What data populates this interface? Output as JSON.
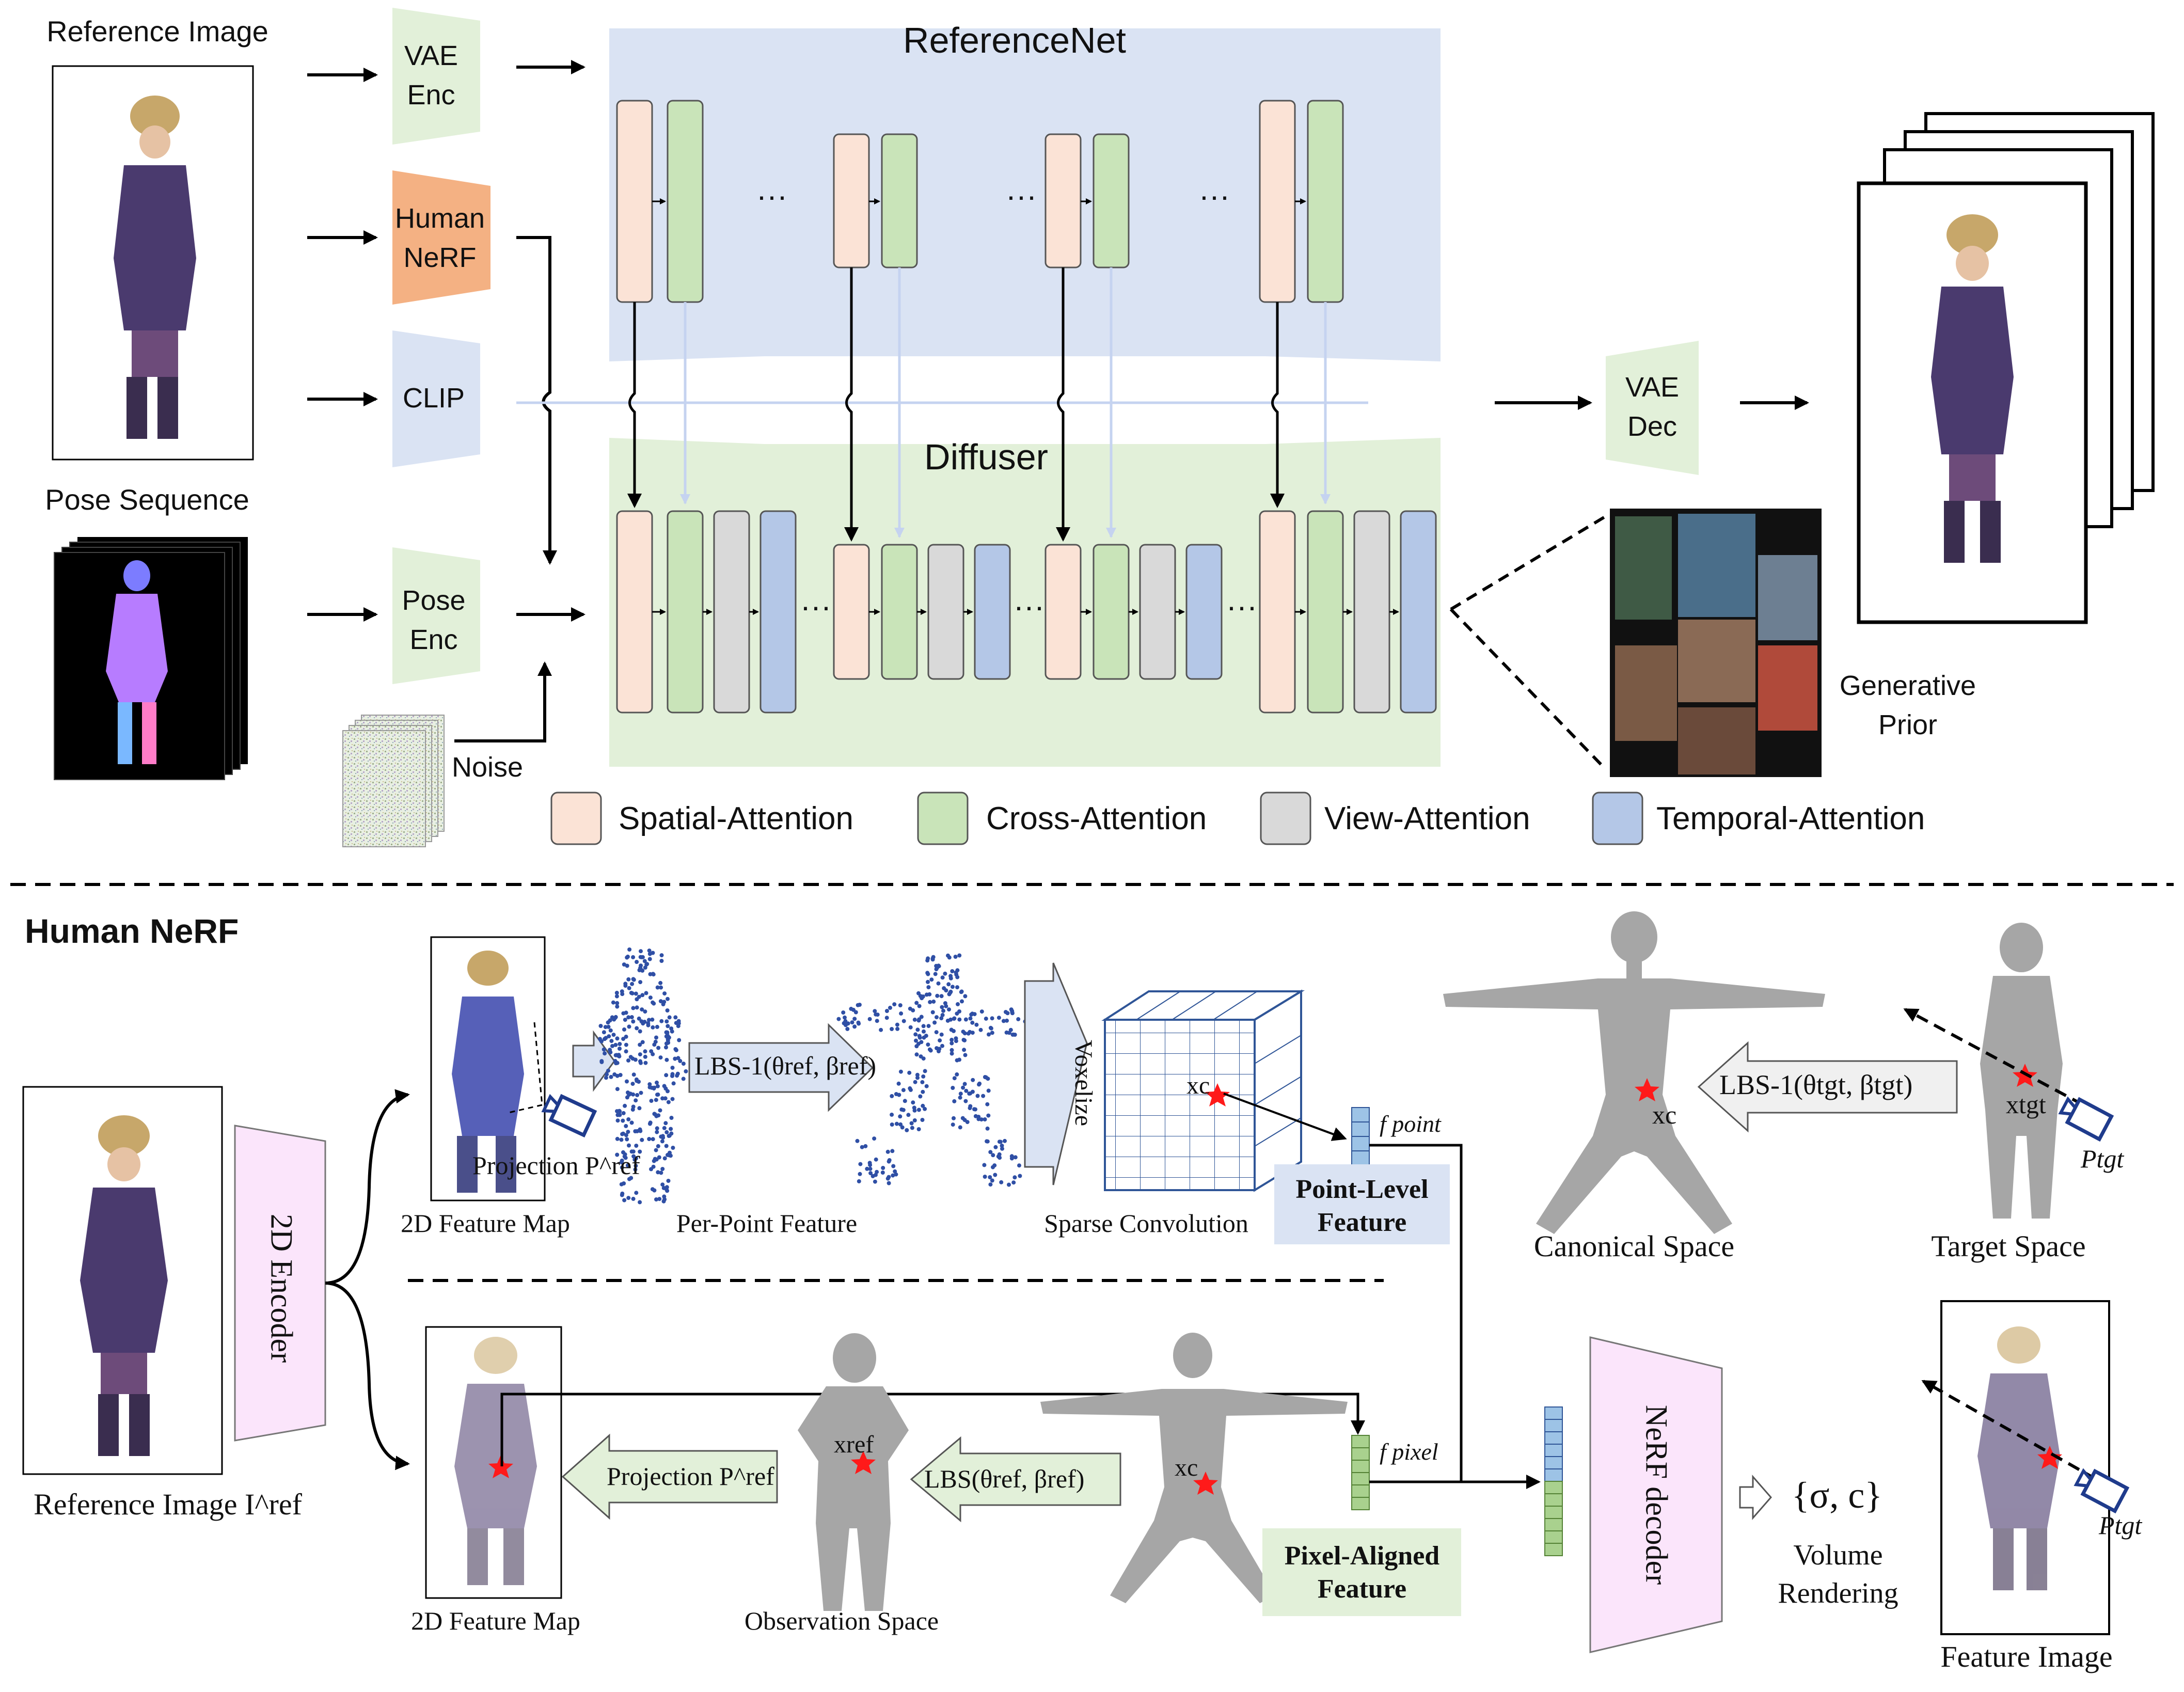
{
  "top": {
    "reference_image_label": "Reference Image",
    "pose_sequence_label": "Pose Sequence",
    "vae_enc_label": "VAE\nEnc",
    "human_nerf_label": "Human\nNeRF",
    "clip_label": "CLIP",
    "pose_enc_label": "Pose\nEnc",
    "noise_label": "Noise",
    "referencenet_label": "ReferenceNet",
    "diffuser_label": "Diffuser",
    "vae_dec_label": "VAE\nDec",
    "generative_prior_label": "Generative\nPrior",
    "ellipsis": "···",
    "legend": [
      {
        "label": "Spatial-Attention",
        "color": "#fbe3d6"
      },
      {
        "label": "Cross-Attention",
        "color": "#c9e4b9"
      },
      {
        "label": "View-Attention",
        "color": "#d9d9d9"
      },
      {
        "label": "Temporal-Attention",
        "color": "#b4c7e7"
      }
    ]
  },
  "bottom": {
    "section_title": "Human NeRF",
    "encoder_label": "2D Encoder",
    "reference_image_label": "Reference Image I^ref",
    "feature_map_label_top": "2D Feature Map",
    "feature_map_label_bottom": "2D Feature Map",
    "projection_label_top": "Projection P^ref",
    "per_point_feature_label": "Per-Point Feature",
    "lbs_inv_ref_label": "LBS-1(θref, βref)",
    "voxelize_label": "Voxelize",
    "sparse_conv_label": "Sparse Convolution",
    "x_c_label": "xc",
    "f_point_label": "f point",
    "point_level_feature_label": "Point-Level\nFeature",
    "canonical_space_label": "Canonical Space",
    "x_c_canonical_label": "xc",
    "lbs_inv_tgt_label": "LBS-1(θtgt, βtgt)",
    "x_tgt_label": "xtgt",
    "p_tgt_label": "Ptgt",
    "target_space_label": "Target Space",
    "projection_label_bottom": "Projection P^ref",
    "x_ref_label": "xref",
    "lbs_ref_label": "LBS(θref, βref)",
    "observation_space_label": "Observation Space",
    "x_c_obs_label": "xc",
    "f_pixel_label": "f pixel",
    "pixel_aligned_feature_label": "Pixel-Aligned\nFeature",
    "nerf_decoder_label": "NeRF decoder",
    "sigma_c_label": "{σ, c}",
    "volume_rendering_label": "Volume\nRendering",
    "p_tgt_label_2": "Ptgt",
    "feature_image_label": "Feature Image"
  },
  "colors": {
    "referencenet_bg": "#dae3f3",
    "diffuser_bg": "#e2f0d9",
    "human_nerf": "#f4b183",
    "vae": "#e2f0d9",
    "clip": "#dae3f3",
    "encoder": "#fbe5fb",
    "camera": "#1f3b8c",
    "star": "#ff1a1a"
  }
}
